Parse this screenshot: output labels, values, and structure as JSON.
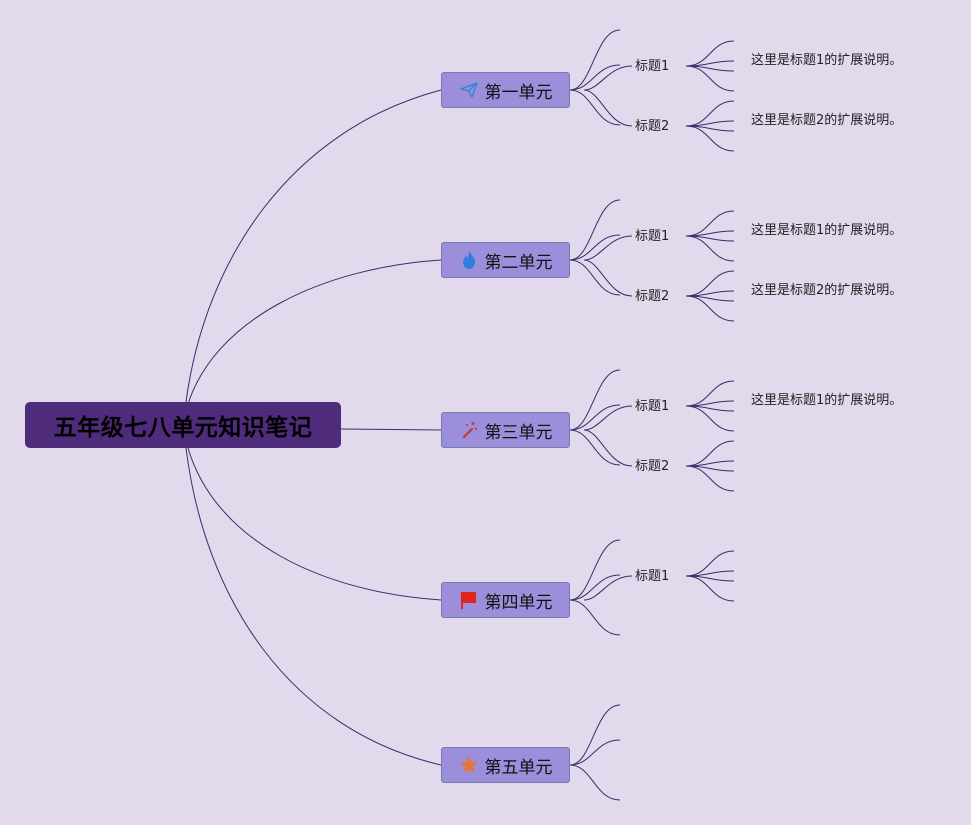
{
  "root": {
    "title": "五年级七八单元知识笔记"
  },
  "colors": {
    "background": "#e3d9ec",
    "root_fill": "#4e2b7b",
    "unit_fill": "#9c8edb",
    "line": "#3b2a6e"
  },
  "units": [
    {
      "label": "第一单元",
      "icon": "paper-plane-icon",
      "topics": [
        {
          "label": "标题1",
          "desc": "这里是标题1的扩展说明。"
        },
        {
          "label": "标题2",
          "desc": "这里是标题2的扩展说明。"
        }
      ]
    },
    {
      "label": "第二单元",
      "icon": "flame-icon",
      "topics": [
        {
          "label": "标题1",
          "desc": "这里是标题1的扩展说明。"
        },
        {
          "label": "标题2",
          "desc": "这里是标题2的扩展说明。"
        }
      ]
    },
    {
      "label": "第三单元",
      "icon": "magic-wand-icon",
      "topics": [
        {
          "label": "标题1",
          "desc": "这里是标题1的扩展说明。"
        },
        {
          "label": "标题2",
          "desc": ""
        }
      ]
    },
    {
      "label": "第四单元",
      "icon": "flag-icon",
      "topics": [
        {
          "label": "标题1",
          "desc": ""
        }
      ]
    },
    {
      "label": "第五单元",
      "icon": "star-icon",
      "topics": []
    }
  ]
}
